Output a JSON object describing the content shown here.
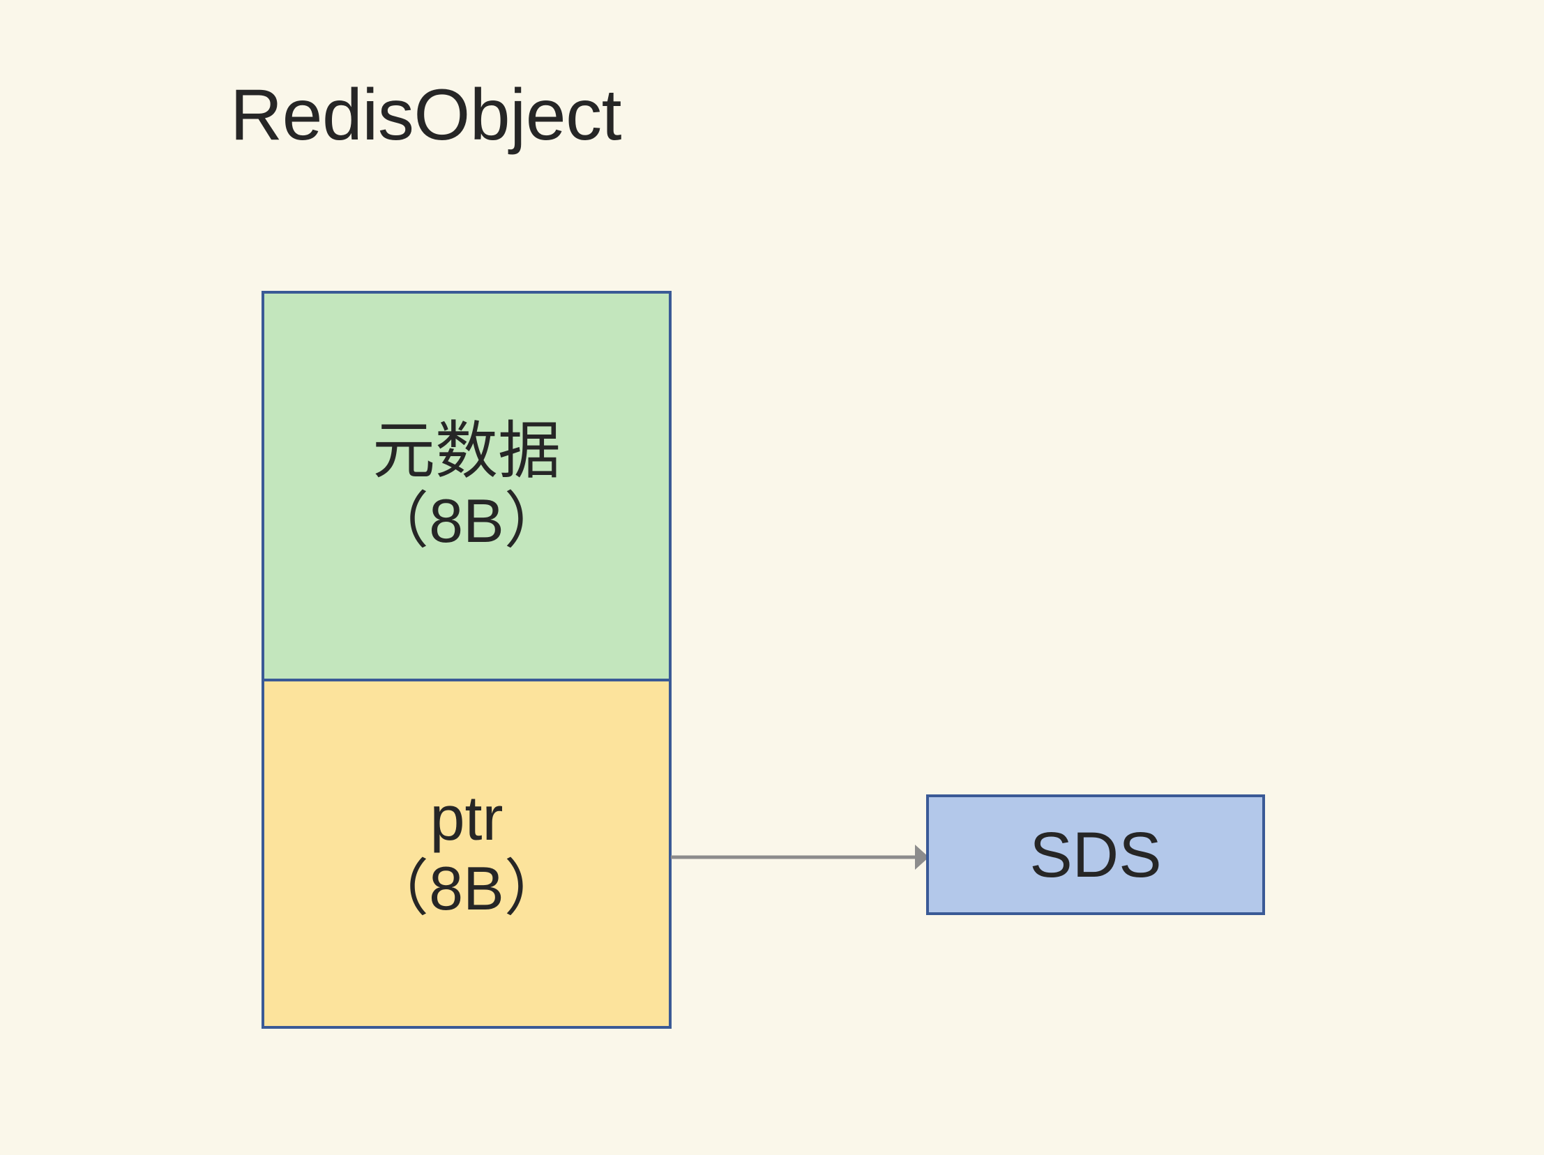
{
  "diagram": {
    "title": "RedisObject",
    "background_color": "#faf7ea",
    "text_color": "#262626",
    "border_color": "#3a5a96"
  },
  "redisobject": {
    "cells": [
      {
        "name": "metadata",
        "label": "元数据",
        "size": "（8B）",
        "fill_color": "#c3e6bd"
      },
      {
        "name": "ptr",
        "label": "ptr",
        "size": "（8B）",
        "fill_color": "#fce39c"
      }
    ]
  },
  "connector": {
    "name": "ptr-to-sds",
    "from": "ptr",
    "to": "SDS",
    "color": "#8c8c8c",
    "arrowhead": "triangle-right"
  },
  "sds": {
    "label": "SDS",
    "fill_color": "#b3c8ea"
  }
}
